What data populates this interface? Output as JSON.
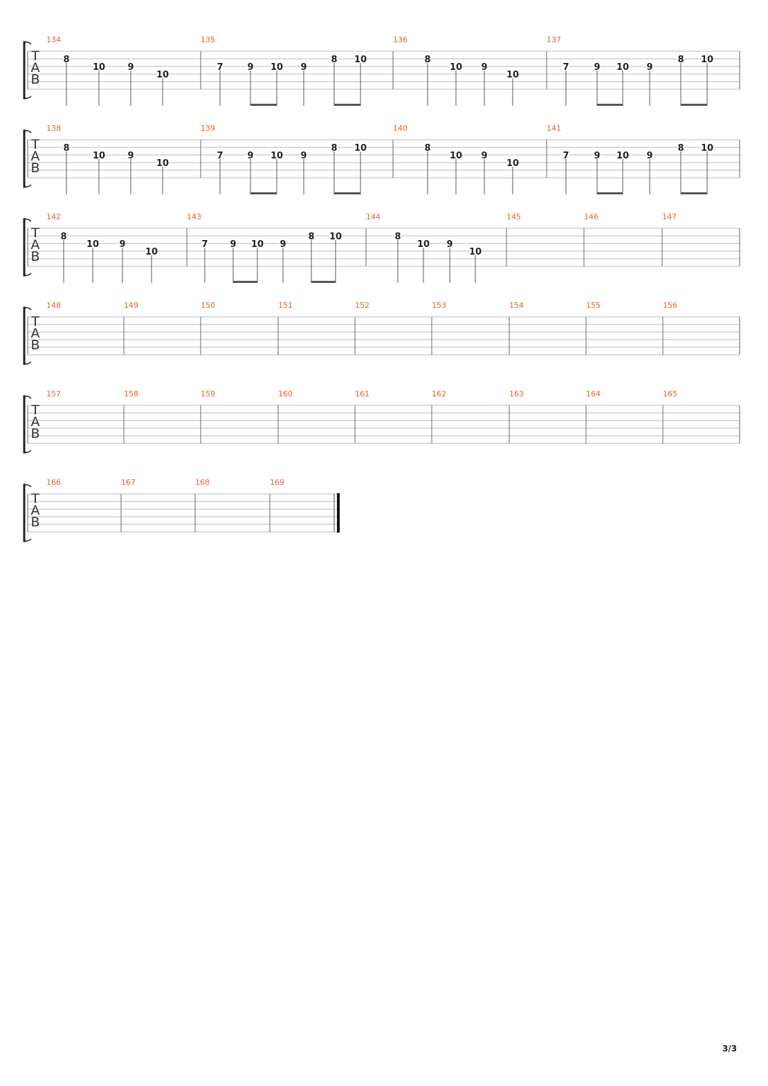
{
  "page": {
    "number": "3/3"
  },
  "score": {
    "string_labels": [
      "T",
      "A",
      "B"
    ],
    "systems": [
      {
        "measures": [
          {
            "number": "134",
            "notes": [
              {
                "fret": "8",
                "string": 2
              },
              {
                "fret": "10",
                "string": 3
              },
              {
                "fret": "9",
                "string": 3
              },
              {
                "fret": "10",
                "string": 4
              }
            ]
          },
          {
            "number": "135",
            "notes": [
              {
                "fret": "7",
                "string": 3
              },
              {
                "fret": "9",
                "string": 3
              },
              {
                "fret": "10",
                "string": 3
              },
              {
                "fret": "9",
                "string": 3
              },
              {
                "fret": "8",
                "string": 2
              },
              {
                "fret": "10",
                "string": 2
              }
            ],
            "beams": [
              [
                1,
                2
              ],
              [
                4,
                5
              ]
            ]
          },
          {
            "number": "136",
            "notes": [
              {
                "fret": "8",
                "string": 2
              },
              {
                "fret": "10",
                "string": 3
              },
              {
                "fret": "9",
                "string": 3
              },
              {
                "fret": "10",
                "string": 4
              }
            ]
          },
          {
            "number": "137",
            "notes": [
              {
                "fret": "7",
                "string": 3
              },
              {
                "fret": "9",
                "string": 3
              },
              {
                "fret": "10",
                "string": 3
              },
              {
                "fret": "9",
                "string": 3
              },
              {
                "fret": "8",
                "string": 2
              },
              {
                "fret": "10",
                "string": 2
              }
            ],
            "beams": [
              [
                1,
                2
              ],
              [
                4,
                5
              ]
            ]
          }
        ]
      },
      {
        "measures": [
          {
            "number": "138",
            "notes": [
              {
                "fret": "8",
                "string": 2
              },
              {
                "fret": "10",
                "string": 3
              },
              {
                "fret": "9",
                "string": 3
              },
              {
                "fret": "10",
                "string": 4
              }
            ]
          },
          {
            "number": "139",
            "notes": [
              {
                "fret": "7",
                "string": 3
              },
              {
                "fret": "9",
                "string": 3
              },
              {
                "fret": "10",
                "string": 3
              },
              {
                "fret": "9",
                "string": 3
              },
              {
                "fret": "8",
                "string": 2
              },
              {
                "fret": "10",
                "string": 2
              }
            ],
            "beams": [
              [
                1,
                2
              ],
              [
                4,
                5
              ]
            ]
          },
          {
            "number": "140",
            "notes": [
              {
                "fret": "8",
                "string": 2
              },
              {
                "fret": "10",
                "string": 3
              },
              {
                "fret": "9",
                "string": 3
              },
              {
                "fret": "10",
                "string": 4
              }
            ]
          },
          {
            "number": "141",
            "notes": [
              {
                "fret": "7",
                "string": 3
              },
              {
                "fret": "9",
                "string": 3
              },
              {
                "fret": "10",
                "string": 3
              },
              {
                "fret": "9",
                "string": 3
              },
              {
                "fret": "8",
                "string": 2
              },
              {
                "fret": "10",
                "string": 2
              }
            ],
            "beams": [
              [
                1,
                2
              ],
              [
                4,
                5
              ]
            ]
          }
        ]
      },
      {
        "measures": [
          {
            "number": "142",
            "notes": [
              {
                "fret": "8",
                "string": 2
              },
              {
                "fret": "10",
                "string": 3
              },
              {
                "fret": "9",
                "string": 3
              },
              {
                "fret": "10",
                "string": 4
              }
            ]
          },
          {
            "number": "143",
            "notes": [
              {
                "fret": "7",
                "string": 3
              },
              {
                "fret": "9",
                "string": 3
              },
              {
                "fret": "10",
                "string": 3
              },
              {
                "fret": "9",
                "string": 3
              },
              {
                "fret": "8",
                "string": 2
              },
              {
                "fret": "10",
                "string": 2
              }
            ],
            "beams": [
              [
                1,
                2
              ],
              [
                4,
                5
              ]
            ]
          },
          {
            "number": "144",
            "notes": [
              {
                "fret": "8",
                "string": 2
              },
              {
                "fret": "10",
                "string": 3
              },
              {
                "fret": "9",
                "string": 3
              },
              {
                "fret": "10",
                "string": 4
              }
            ]
          },
          {
            "number": "145",
            "notes": []
          },
          {
            "number": "146",
            "notes": []
          },
          {
            "number": "147",
            "notes": []
          }
        ]
      },
      {
        "measures": [
          {
            "number": "148",
            "notes": []
          },
          {
            "number": "149",
            "notes": []
          },
          {
            "number": "150",
            "notes": []
          },
          {
            "number": "151",
            "notes": []
          },
          {
            "number": "152",
            "notes": []
          },
          {
            "number": "153",
            "notes": []
          },
          {
            "number": "154",
            "notes": []
          },
          {
            "number": "155",
            "notes": []
          },
          {
            "number": "156",
            "notes": []
          }
        ]
      },
      {
        "measures": [
          {
            "number": "157",
            "notes": []
          },
          {
            "number": "158",
            "notes": []
          },
          {
            "number": "159",
            "notes": []
          },
          {
            "number": "160",
            "notes": []
          },
          {
            "number": "161",
            "notes": []
          },
          {
            "number": "162",
            "notes": []
          },
          {
            "number": "163",
            "notes": []
          },
          {
            "number": "164",
            "notes": []
          },
          {
            "number": "165",
            "notes": []
          }
        ]
      },
      {
        "final_barline": true,
        "measures": [
          {
            "number": "166",
            "notes": []
          },
          {
            "number": "167",
            "notes": []
          },
          {
            "number": "168",
            "notes": []
          },
          {
            "number": "169",
            "notes": []
          }
        ]
      }
    ]
  }
}
